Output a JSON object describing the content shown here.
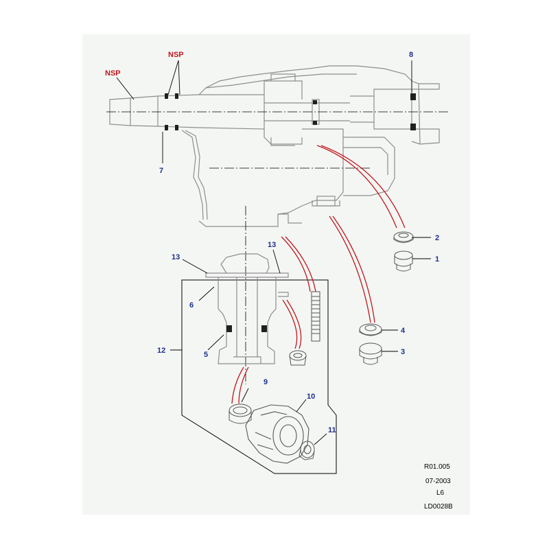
{
  "colors": {
    "background": "#f4f6f4",
    "linework": "#8c8c8c",
    "leader": "#000000",
    "red_leader": "#c0161c",
    "callout_blue": "#1f2f8c",
    "callout_red": "#c0161c"
  },
  "labels": {
    "nsp_left": "NSP",
    "nsp_top": "NSP",
    "c1": "1",
    "c2": "2",
    "c3": "3",
    "c4": "4",
    "c5": "5",
    "c6": "6",
    "c7": "7",
    "c8": "8",
    "c9": "9",
    "c10": "10",
    "c11": "11",
    "c12": "12",
    "c13_left": "13",
    "c13_right": "13"
  },
  "reference": {
    "code": "R01.005",
    "date": "07-2003",
    "model": "L6",
    "drawing_id": "LD0028B"
  }
}
